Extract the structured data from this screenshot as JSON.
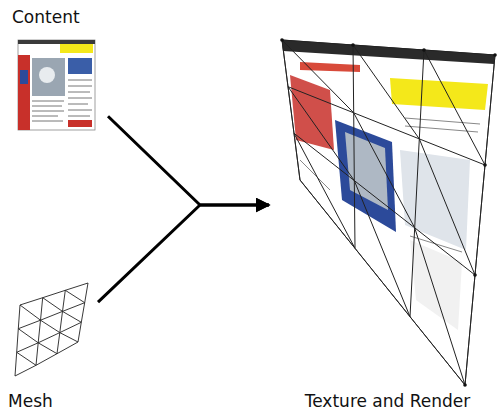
{
  "diagram": {
    "nodes": [
      {
        "text": [
          "Content"
        ]
      },
      {
        "text": [
          "Mesh"
        ]
      },
      {
        "text": [
          "Texture and Render"
        ]
      }
    ],
    "edges": [
      {
        "from": 0,
        "to": 2,
        "arrow": "to"
      },
      {
        "from": 1,
        "to": 2,
        "arrow": "to"
      }
    ]
  }
}
